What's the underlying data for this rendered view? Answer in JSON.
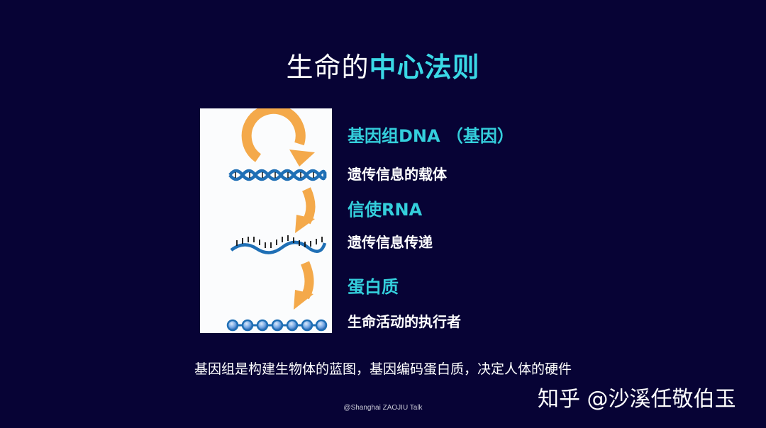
{
  "slide": {
    "title_plain": "生命的",
    "title_highlight": "中心法则",
    "items": [
      {
        "heading": "基因组DNA （基因）",
        "description": "遗传信息的载体"
      },
      {
        "heading": "信使RNA",
        "description": "遗传信息传递"
      },
      {
        "heading": "蛋白质",
        "description": "生命活动的执行者"
      }
    ],
    "summary": "基因组是构建生物体的蓝图，基因编码蛋白质，决定人体的硬件",
    "credit": "@Shanghai ZAOJIU Talk",
    "watermark": "知乎 @沙溪任敬伯玉"
  },
  "figure": {
    "icons": [
      "circular-arrow-icon",
      "dna-double-helix-icon",
      "down-arrow-icon",
      "mrna-strand-icon",
      "down-arrow-icon",
      "protein-chain-icon"
    ],
    "colors": {
      "arrow": "#f4a94a",
      "molecule": "#1f6fb5",
      "background": "#070335",
      "accent": "#3ad8e6"
    }
  }
}
